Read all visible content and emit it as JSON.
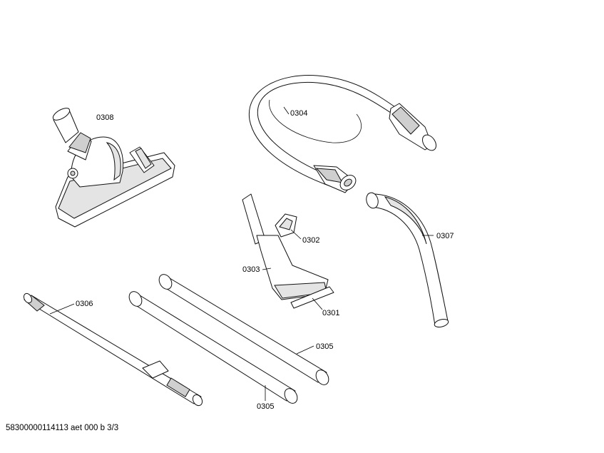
{
  "labels": {
    "p0308": "0308",
    "p0304": "0304",
    "p0302": "0302",
    "p0303": "0303",
    "p0307": "0307",
    "p0301": "0301",
    "p0306": "0306",
    "p0305_upper": "0305",
    "p0305_lower": "0305"
  },
  "footer": "58300000114113 aet 000 b 3/3"
}
